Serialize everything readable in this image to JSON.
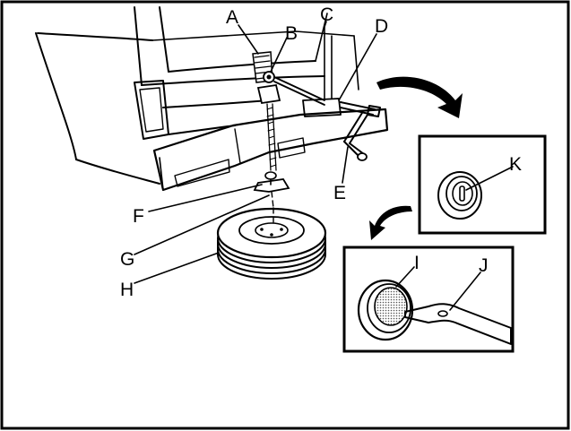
{
  "labels": {
    "A": "A",
    "B": "B",
    "C": "C",
    "D": "D",
    "E": "E",
    "F": "F",
    "G": "G",
    "H": "H",
    "I": "I",
    "J": "J",
    "K": "K"
  },
  "colors": {
    "ink": "#000000",
    "paper": "#ffffff",
    "shade": "#9a9a9a"
  }
}
